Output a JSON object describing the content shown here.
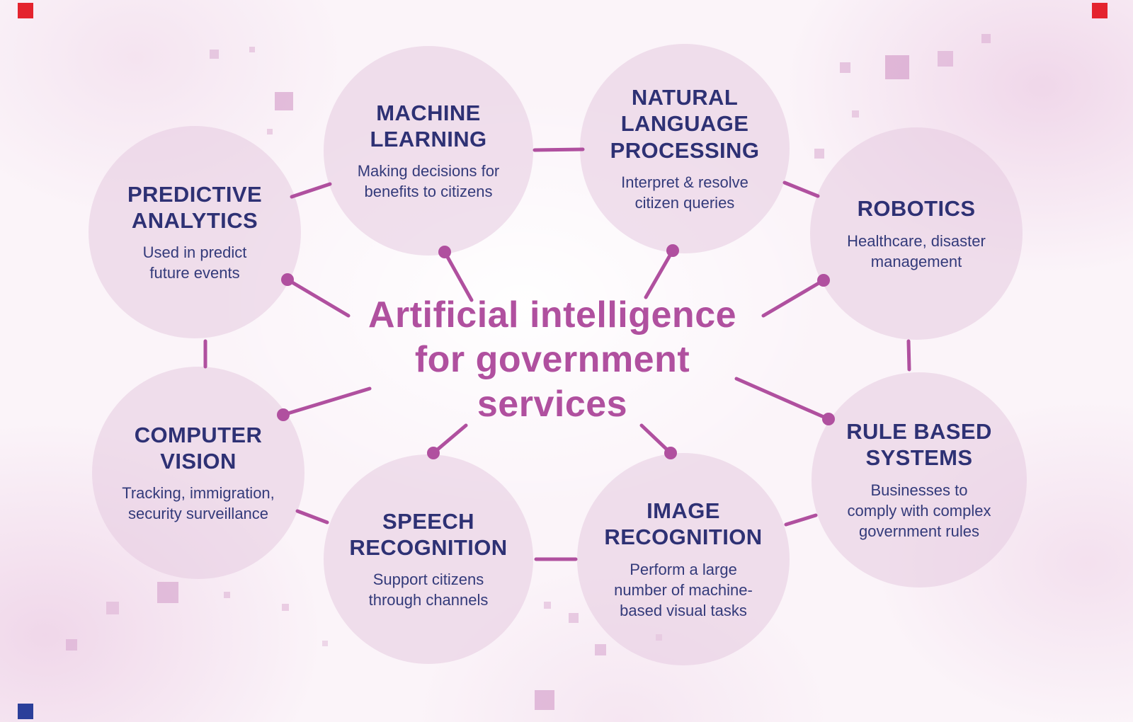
{
  "center": {
    "title": "Artificial intelligence\nfor government\nservices"
  },
  "nodes": [
    {
      "key": "predictive-analytics",
      "title": "PREDICTIVE\nANALYTICS",
      "description": "Used in predict\nfuture events"
    },
    {
      "key": "machine-learning",
      "title": "MACHINE\nLEARNING",
      "description": "Making decisions for\nbenefits to citizens"
    },
    {
      "key": "natural-language-processing",
      "title": "NATURAL\nLANGUAGE\nPROCESSING",
      "description": "Interpret & resolve\ncitizen queries"
    },
    {
      "key": "robotics",
      "title": "ROBOTICS",
      "description": "Healthcare, disaster\nmanagement"
    },
    {
      "key": "rule-based-systems",
      "title": "RULE BASED\nSYSTEMS",
      "description": "Businesses to\ncomply with complex\ngovernment rules"
    },
    {
      "key": "image-recognition",
      "title": "IMAGE\nRECOGNITION",
      "description": "Perform a large\nnumber of machine-\nbased visual tasks"
    },
    {
      "key": "speech-recognition",
      "title": "SPEECH\nRECOGNITION",
      "description": "Support citizens\nthrough channels"
    },
    {
      "key": "computer-vision",
      "title": "COMPUTER\nVISION",
      "description": "Tracking, immigration,\nsecurity surveillance"
    }
  ],
  "colors": {
    "accent": "#b0509f",
    "node_title": "#2e3174",
    "node_fill": "#ecd9e8",
    "corner_red": "#e4232e",
    "corner_blue": "#2b3f9a"
  }
}
